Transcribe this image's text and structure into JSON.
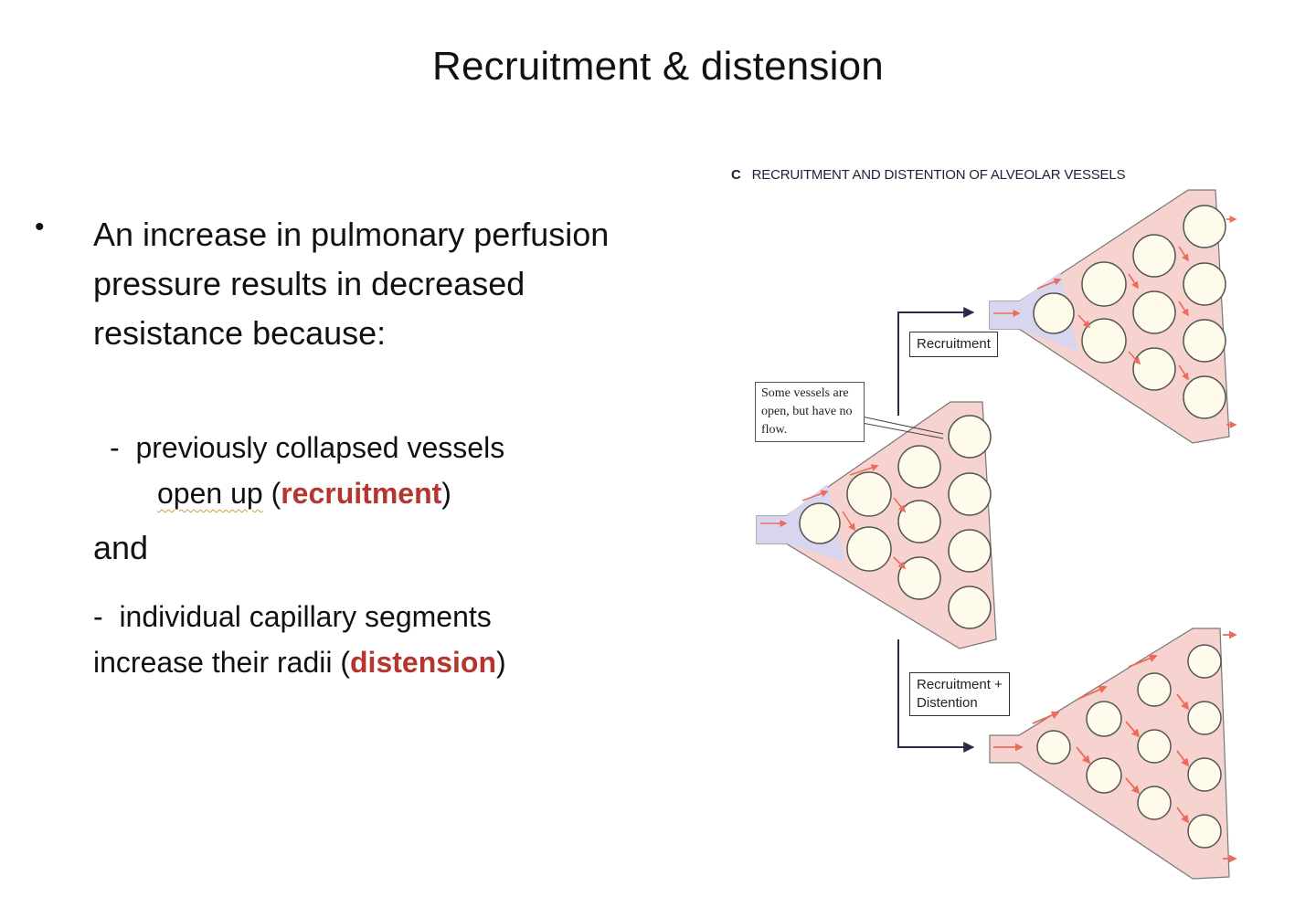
{
  "slide": {
    "title": "Recruitment & distension",
    "bullet_symbol": "•",
    "bullet_text": "An increase in pulmonary perfusion pressure results in decreased resistance because:",
    "sub1": {
      "dash": "-",
      "text_line1": "previously collapsed vessels",
      "text_line2_part1": "open up",
      "paren_open": "(",
      "keyword": "recruitment",
      "paren_close": ")"
    },
    "connector": "and",
    "sub2": {
      "dash": "-",
      "text_line1": "individual capillary segments",
      "text_line2": "increase their radii",
      "paren_open": "(",
      "keyword": "distension",
      "paren_close": ")"
    },
    "highlight_color": "#b5352f"
  },
  "figure": {
    "panel_letter": "C",
    "caption": "RECRUITMENT AND DISTENTION OF ALVEOLAR VESSELS",
    "label_recruitment": "Recruitment",
    "label_recruit_distention_1": "Recruitment +",
    "label_recruit_distention_2": "Distention",
    "note": "Some vessels are open, but have no flow.",
    "colors": {
      "vessel_pink": "#f6d3cf",
      "vessel_blue": "#d8d6ef",
      "arrow_red": "#ee6a5a",
      "alveolus_fill": "#fefbea"
    }
  }
}
